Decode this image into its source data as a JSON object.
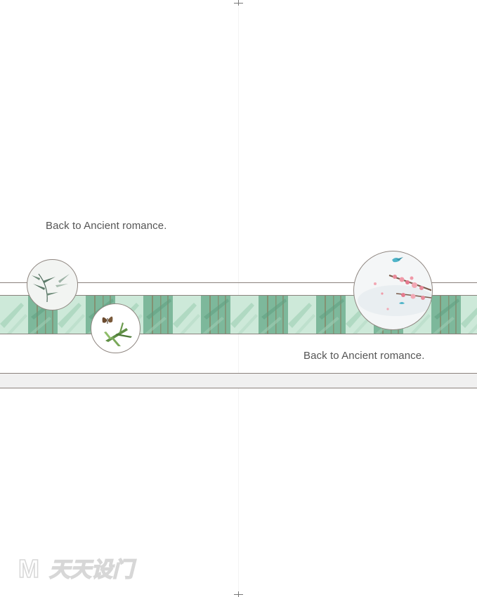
{
  "tagline_top": "Back to Ancient romance.",
  "tagline_bottom": "Back to Ancient romance.",
  "watermark": {
    "logo_letter": "M",
    "brand_text": "天天设门"
  },
  "colors": {
    "band_green": "#c7e6d4",
    "band_dark_green": "#6fae8f",
    "rule": "#8a817c",
    "grey_band": "#f0f0f0",
    "text": "#555555"
  }
}
